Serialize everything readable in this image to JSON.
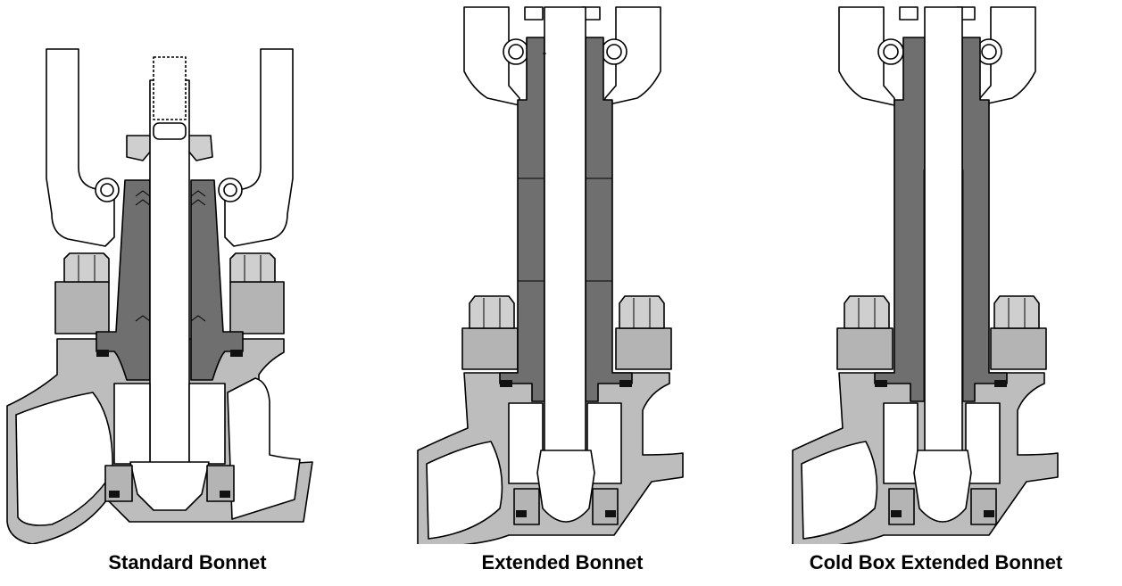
{
  "figure": {
    "captions": {
      "standard": "Standard Bonnet",
      "extended": "Extended Bonnet",
      "cold_box": "Cold Box Extended Bonnet"
    },
    "colors": {
      "body": "#bdbdbd",
      "bonnet": "#6f6f6f",
      "nut": "#cfcfcf",
      "flange": "#b4b4b4",
      "seal": "#111111",
      "outline": "#000000",
      "background": "#ffffff"
    }
  }
}
